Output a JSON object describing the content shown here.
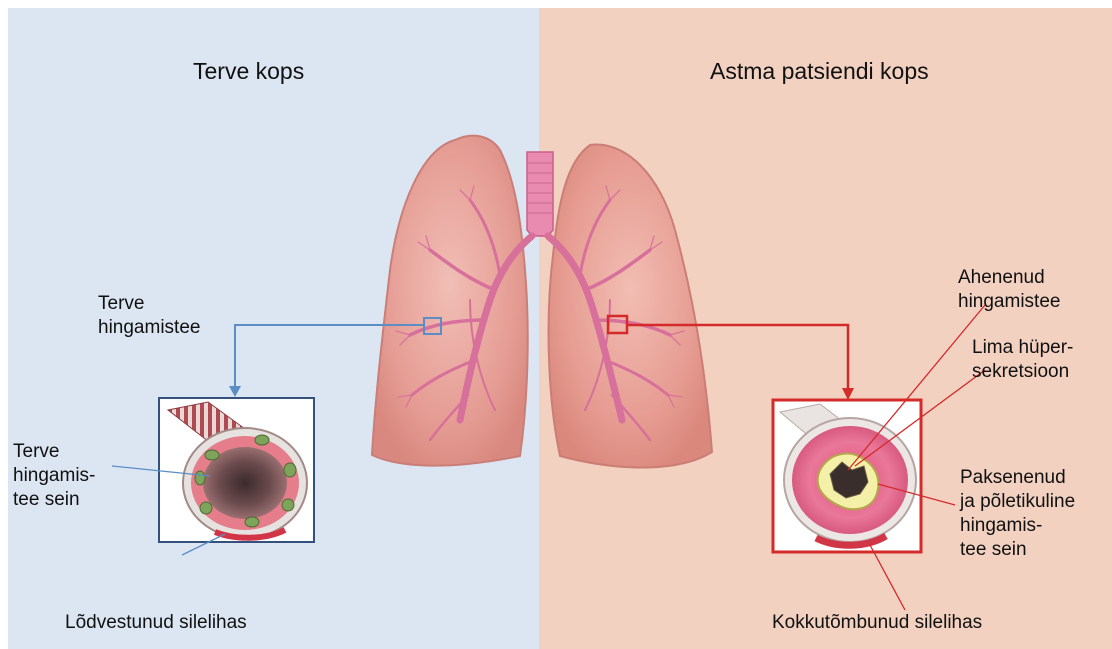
{
  "colors": {
    "left_background": "#dce6f2",
    "right_background": "#f2d1c0",
    "healthy_accent": "#5b8ec4",
    "asthma_accent": "#d42a2a",
    "lung_fill": "#e8a39a",
    "airway_tree": "#d7709a"
  },
  "left_panel": {
    "heading": "Terve kops",
    "label_airway": "Terve\nhingamistee",
    "label_wall": "Terve\nhingamis-\ntee sein",
    "label_muscle": "Lõdvestunud silelihas",
    "inset": "healthy-airway-cross-section"
  },
  "right_panel": {
    "heading": "Astma patsiendi kops",
    "label_narrowed": "Ahenenud\nhingamistee",
    "label_mucus": "Lima hüper-\nsekretsioon",
    "label_wall": "Paksenenud\nja põletikuline\nhingamis-\ntee sein",
    "label_muscle": "Kokkutõmbunud silelihas",
    "inset": "asthmatic-airway-cross-section"
  }
}
